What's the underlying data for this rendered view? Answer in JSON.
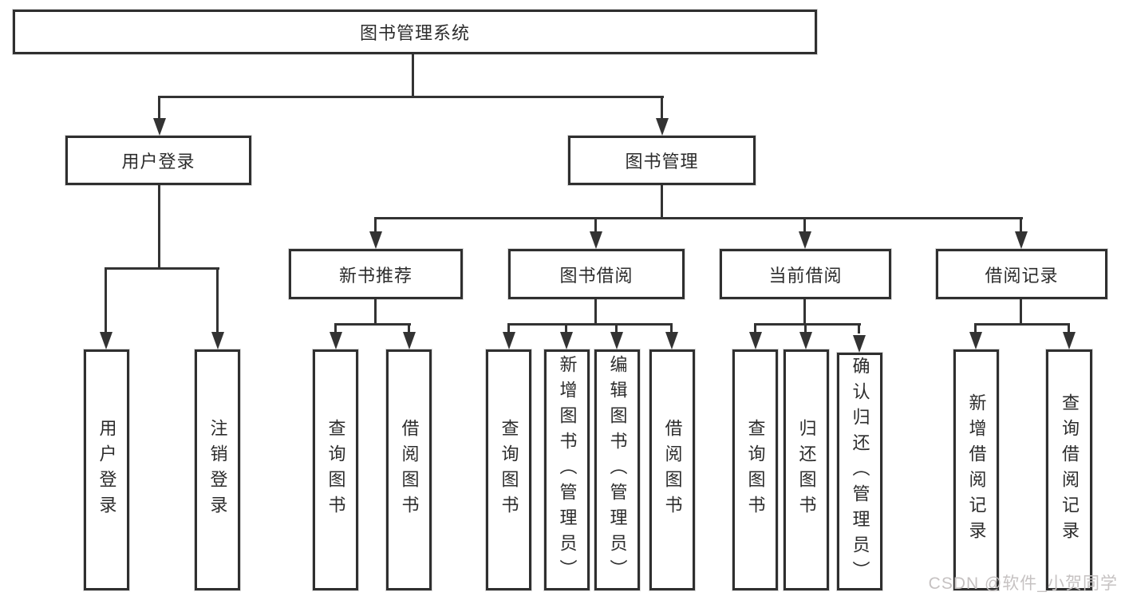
{
  "colors": {
    "line": "#333333",
    "box_border": "#2f2f2f",
    "text": "#2c2c2c",
    "watermark": "#c6c2c2",
    "background": "#ffffff"
  },
  "tree": {
    "root": {
      "label": "图书管理系统",
      "children": [
        {
          "label": "用户登录",
          "children": [
            {
              "label": "用户登录"
            },
            {
              "label": "注销登录"
            }
          ]
        },
        {
          "label": "图书管理",
          "children": [
            {
              "label": "新书推荐",
              "children": [
                {
                  "label": "查询图书"
                },
                {
                  "label": "借阅图书"
                }
              ]
            },
            {
              "label": "图书借阅",
              "children": [
                {
                  "label": "查询图书"
                },
                {
                  "label": "新增图书（管理员）"
                },
                {
                  "label": "编辑图书（管理员）"
                },
                {
                  "label": "借阅图书"
                }
              ]
            },
            {
              "label": "当前借阅",
              "children": [
                {
                  "label": "查询图书"
                },
                {
                  "label": "归还图书"
                },
                {
                  "label": "确认归还（管理员）"
                }
              ]
            },
            {
              "label": "借阅记录",
              "children": [
                {
                  "label": "新增借阅记录"
                },
                {
                  "label": "查询借阅记录"
                }
              ]
            }
          ]
        }
      ]
    }
  },
  "watermark": {
    "text": "CSDN @软件_小贺同学"
  }
}
